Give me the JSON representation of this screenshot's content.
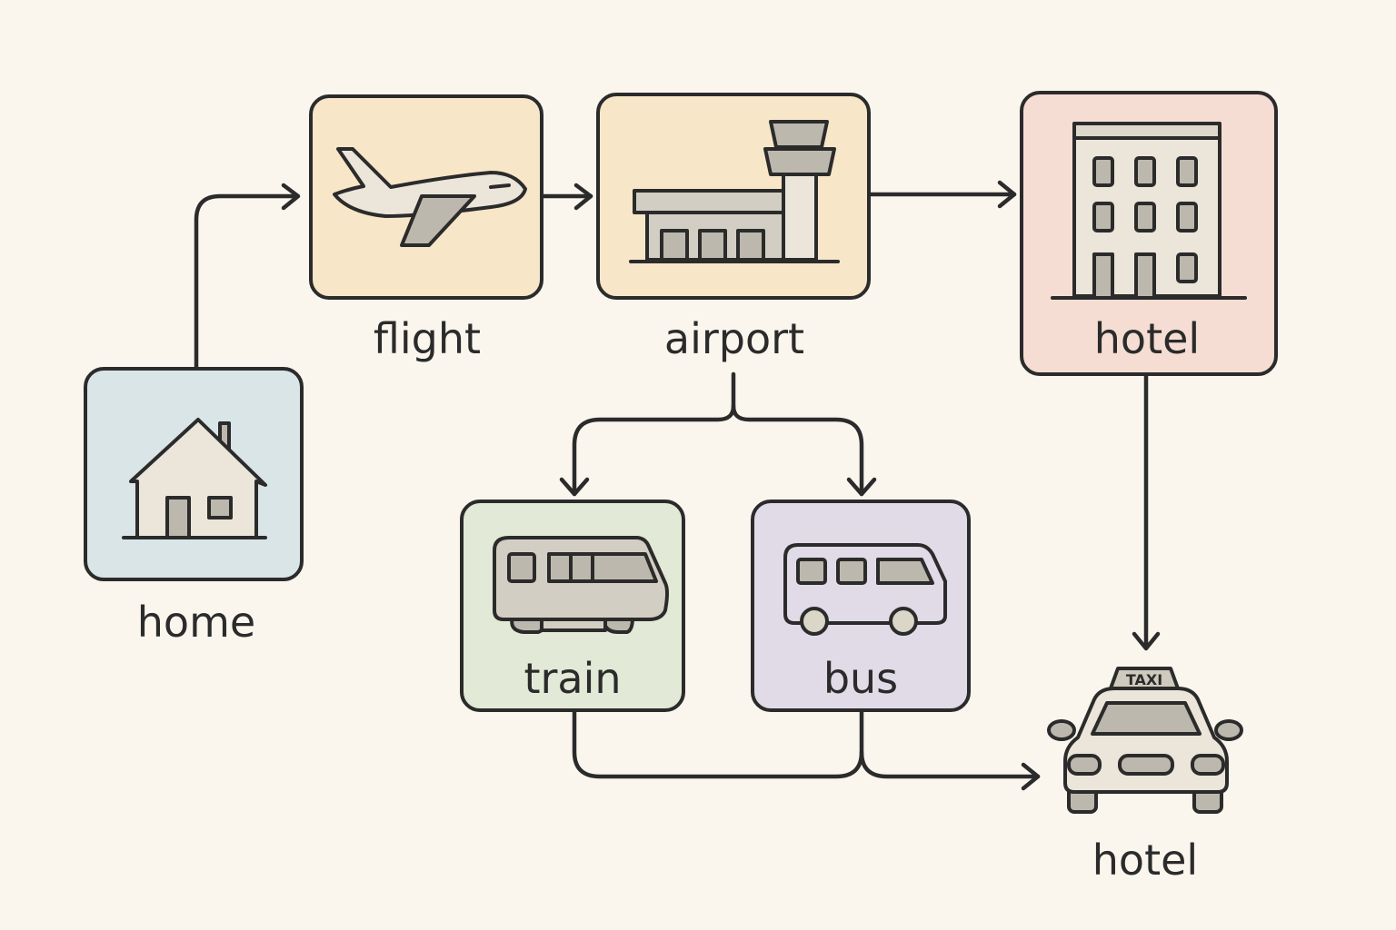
{
  "diagram": {
    "title": "",
    "colors": {
      "background": "#faf6ee",
      "stroke": "#2b2b2b",
      "icon_fill_light": "#ebe5da",
      "icon_fill_dark": "#bdb8ad"
    },
    "nodes": [
      {
        "id": "home",
        "label": "home",
        "icon": "house-icon",
        "fill": "#d9e5e6"
      },
      {
        "id": "flight",
        "label": "flight",
        "icon": "airplane-icon",
        "fill": "#f8e6c9"
      },
      {
        "id": "airport",
        "label": "airport",
        "icon": "airport-terminal-icon",
        "fill": "#f8e6c9"
      },
      {
        "id": "hotel_top",
        "label": "hotel",
        "icon": "hotel-building-icon",
        "fill": "#f6ddd3"
      },
      {
        "id": "train",
        "label": "train",
        "icon": "train-icon",
        "fill": "#e2e9d6"
      },
      {
        "id": "bus",
        "label": "bus",
        "icon": "bus-icon",
        "fill": "#e1dbe8"
      },
      {
        "id": "hotel_taxi",
        "label": "hotel",
        "icon": "taxi-icon",
        "fill": "none"
      }
    ],
    "taxi_sign": "TAXI",
    "edges": [
      {
        "from": "home",
        "to": "flight"
      },
      {
        "from": "flight",
        "to": "airport"
      },
      {
        "from": "airport",
        "to": "hotel_top"
      },
      {
        "from": "airport",
        "to": "train"
      },
      {
        "from": "airport",
        "to": "bus"
      },
      {
        "from": "hotel_top",
        "to": "hotel_taxi"
      },
      {
        "from": "train",
        "to": "hotel_taxi"
      },
      {
        "from": "bus",
        "to": "hotel_taxi"
      }
    ]
  }
}
